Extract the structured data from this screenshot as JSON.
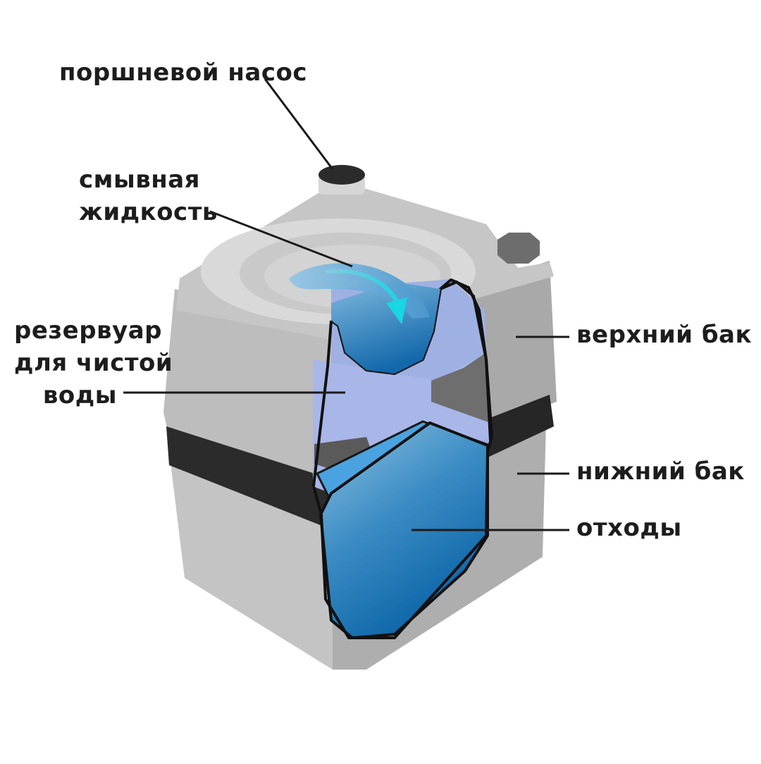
{
  "labels": {
    "pump": "поршневой насос",
    "flush": [
      "смывная",
      "жидкость"
    ],
    "reservoir": [
      "резервуар",
      "для чистой",
      "воды"
    ],
    "upper_tank": "верхний бак",
    "lower_tank": "нижний бак",
    "waste": "отходы"
  },
  "colors": {
    "background": "#ffffff",
    "body": "#b8b8b8",
    "body_light": "#cfcfcf",
    "seal": "#2b2b2b",
    "clean_water": "#a9b6e8",
    "waste_blue": "#1f6fae",
    "flush_arrow": "#1fd4e0",
    "leader_line": "#1a1a1a"
  }
}
